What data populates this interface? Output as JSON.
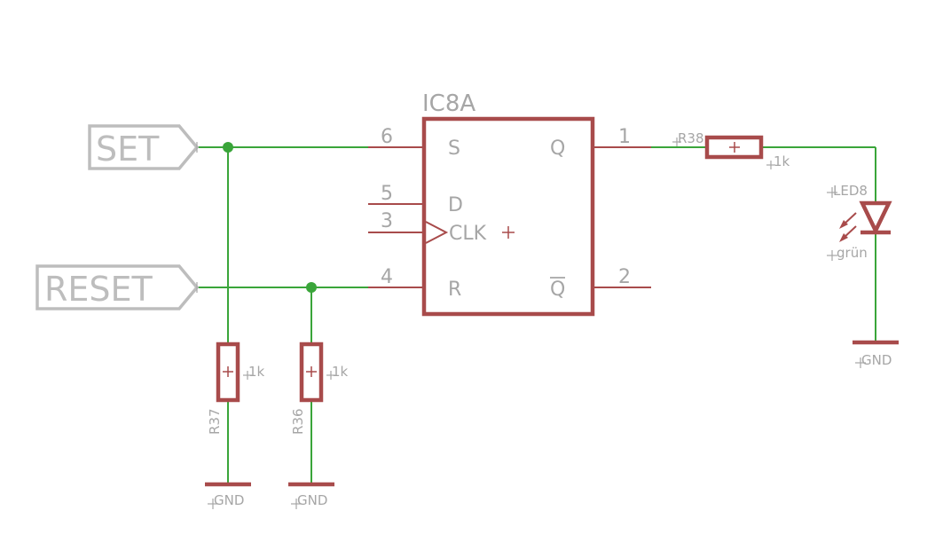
{
  "flags": {
    "set": "SET",
    "reset": "RESET"
  },
  "ic": {
    "name": "IC8A",
    "pins": {
      "s": {
        "num": "6",
        "name": "S"
      },
      "d": {
        "num": "5",
        "name": "D"
      },
      "clk": {
        "num": "3",
        "name": "CLK"
      },
      "r": {
        "num": "4",
        "name": "R"
      },
      "q": {
        "num": "1",
        "name": "Q"
      },
      "qbar": {
        "num": "2",
        "name": "Q"
      }
    }
  },
  "r38": {
    "name": "R38",
    "value": "1k"
  },
  "r37": {
    "name": "R37",
    "value": "1k"
  },
  "r36": {
    "name": "R36",
    "value": "1k"
  },
  "led8": {
    "name": "LED8",
    "value": "grün"
  },
  "gnd_labels": {
    "g1": "GND",
    "g2": "GND",
    "g3": "GND"
  },
  "colors": {
    "component": "#a84b4b",
    "wire": "#3aa53a",
    "net_label": "#bdbdbd",
    "text": "#a6a6a6"
  }
}
